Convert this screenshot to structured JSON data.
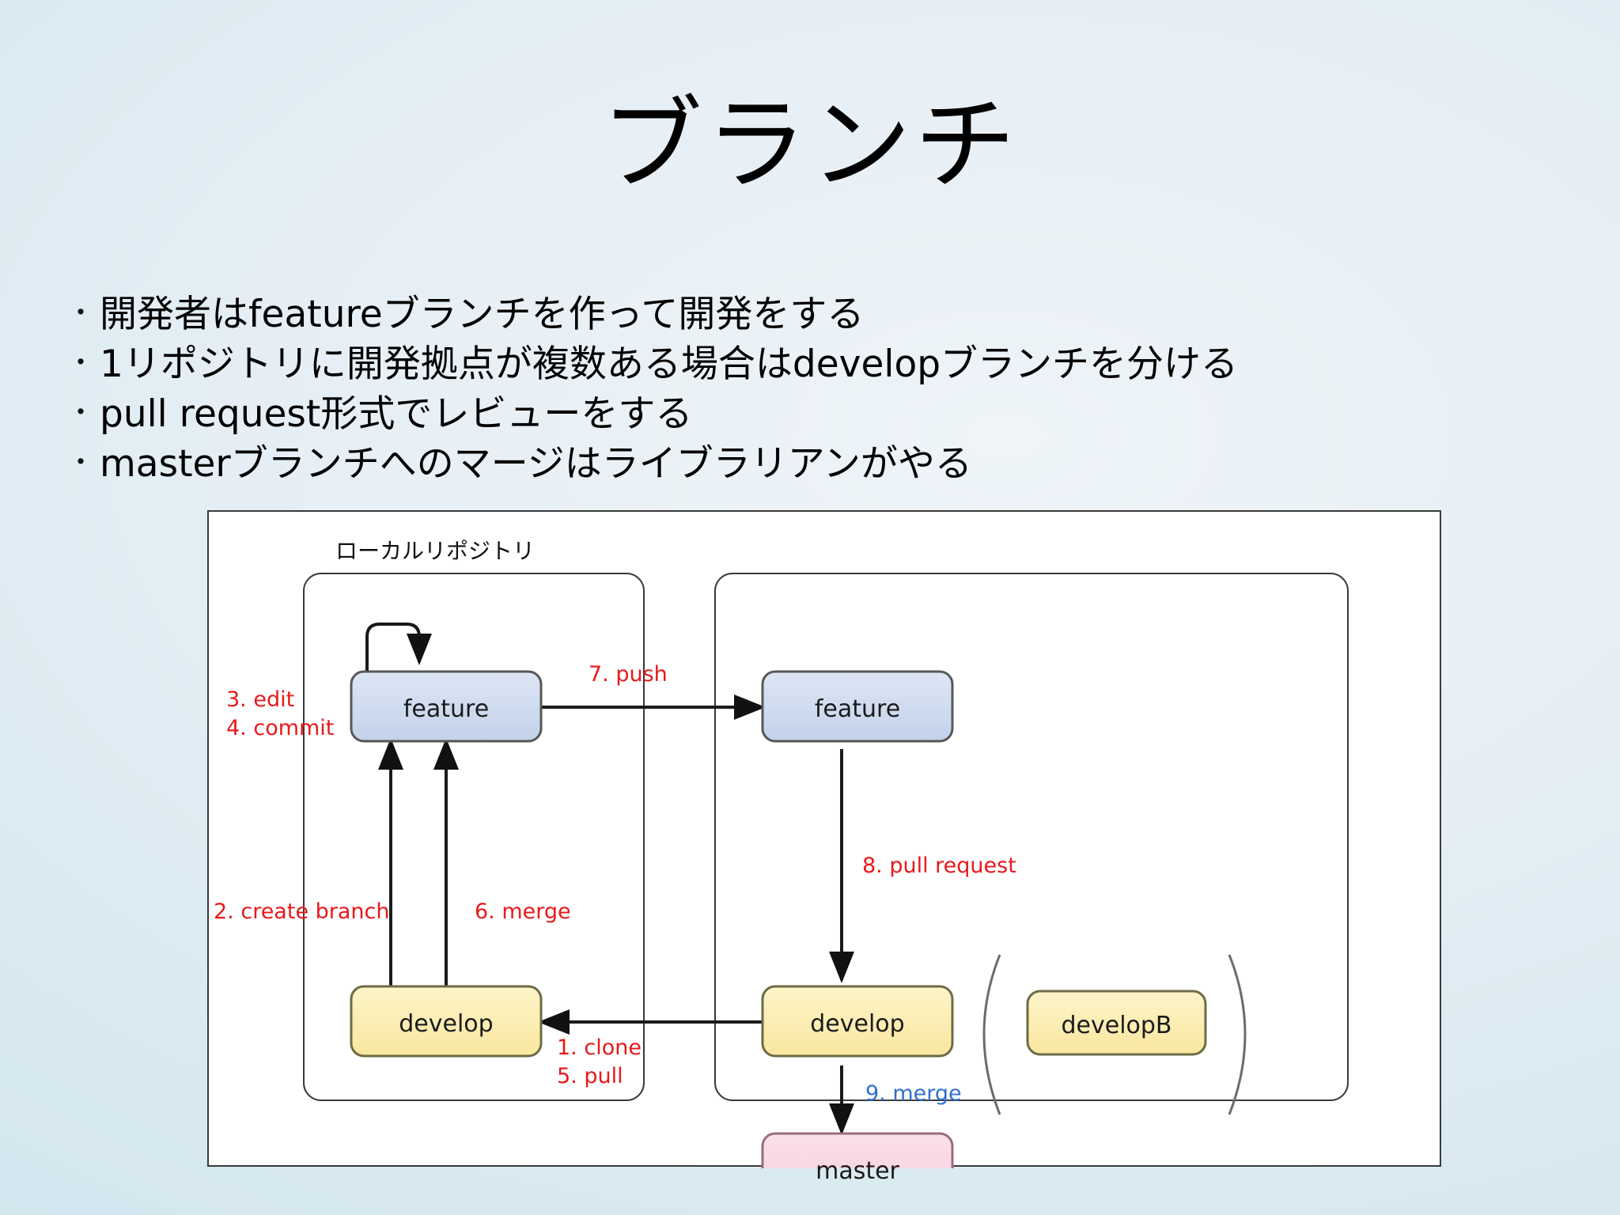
{
  "slide": {
    "title": "ブランチ",
    "background_color": "#d7e8f0",
    "bullet_mark": "・",
    "bullets": [
      "開発者はfeatureブランチを作って開発をする",
      "1リポジトリに開発拠点が複数ある場合はdevelopブランチを分ける",
      "pull request形式でレビューをする",
      "masterブランチへのマージはライブラリアンがやる"
    ]
  },
  "diagram": {
    "caption_local_repository": "ローカルリポジトリ",
    "nodes": {
      "local_feature": "feature",
      "local_develop": "develop",
      "remote_feature": "feature",
      "remote_develop": "develop",
      "remote_master": "master",
      "remote_developB": "developB"
    },
    "node_colors": {
      "feature": "#ccd9ee",
      "develop": "#fbeeb5",
      "master": "#f8d7e3",
      "developB": "#fbeeb5"
    },
    "edge_labels": {
      "edit": "3. edit",
      "commit": "4. commit",
      "create_branch": "2. create branch",
      "merge_local": "6. merge",
      "clone": "1. clone",
      "pull": "5. pull",
      "push": "7. push",
      "pull_request": "8. pull request",
      "merge_remote": "9. merge"
    },
    "label_colors": {
      "red": "#e8191b",
      "blue": "#2f6fd0"
    }
  }
}
